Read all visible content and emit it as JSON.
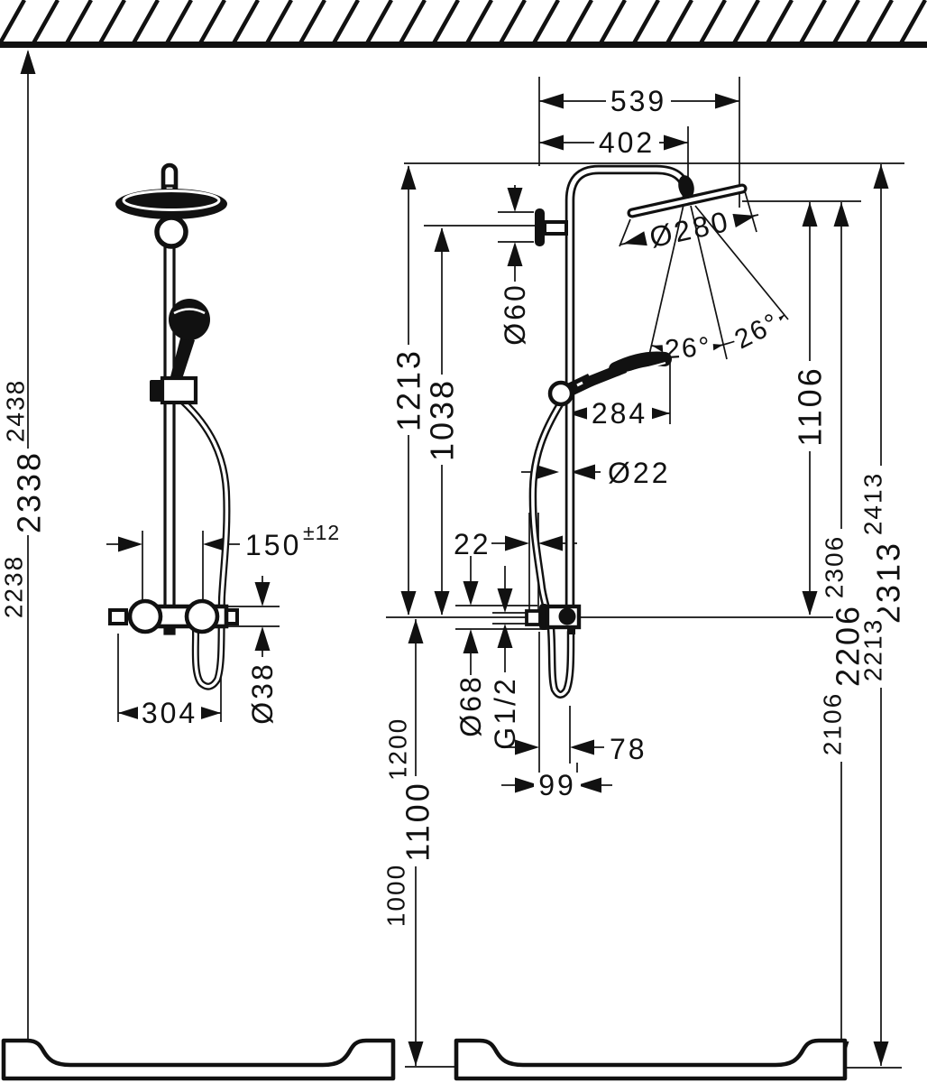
{
  "colors": {
    "ink": "#111111",
    "background": "#ffffff"
  },
  "front_view": {
    "ceiling_heights": {
      "plus": "2438",
      "nominal": "2338",
      "minus": "2238"
    },
    "valve_offset": {
      "value": "150",
      "tolerance": "±12"
    },
    "valve_diameter": "Ø38",
    "connection_span": "304"
  },
  "side_view": {
    "arm_span_total": "539",
    "arm_span_to_head": "402",
    "head_diameter": "Ø280",
    "head_tilt_left": "26°",
    "head_tilt_right": "26°",
    "bracket_diameter": "Ø60",
    "riser_above_valve": "1213",
    "bracket_above_valve": "1038",
    "handshower_reach": "284",
    "riser_diameter": "Ø22",
    "inlet_offset": "22",
    "head_above_valve": "1106",
    "head_height_tilted": {
      "plus": "2306",
      "nominal": "2206",
      "minus": "2106"
    },
    "head_height_top": {
      "plus": "2413",
      "nominal": "2313",
      "minus": "2213"
    },
    "valve_height": {
      "plus": "1200",
      "nominal": "1100",
      "minus": "1000"
    },
    "escutcheon_diameter": "Ø68",
    "thread_size": "G1/2",
    "riser_wall_offset": "78",
    "hose_wall_offset": "99"
  }
}
